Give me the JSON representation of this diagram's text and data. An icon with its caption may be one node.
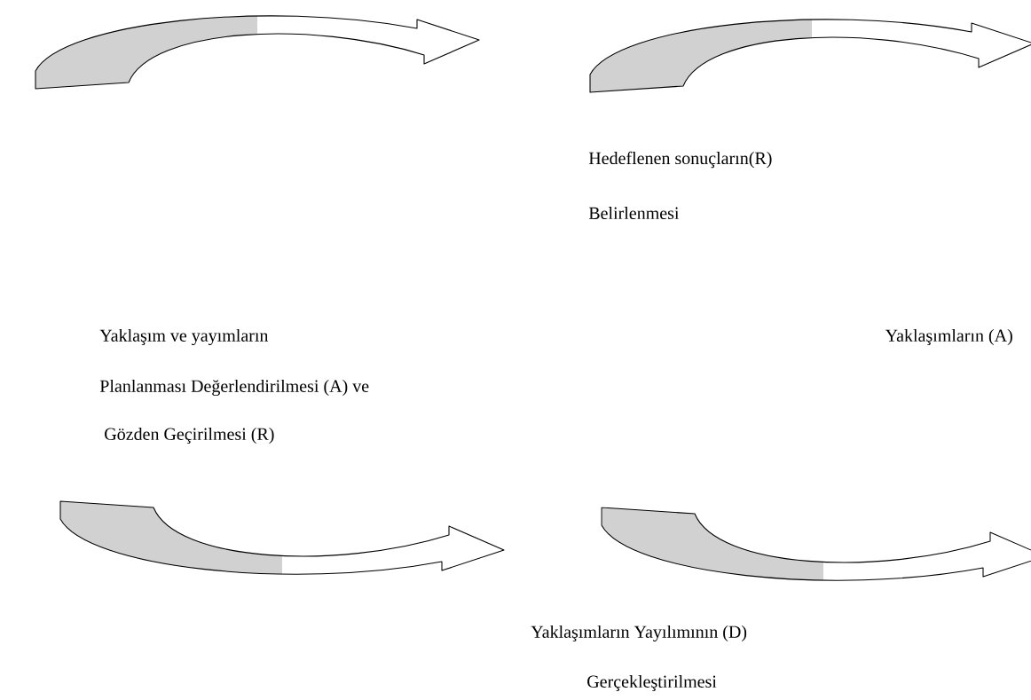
{
  "diagram": {
    "labels": [
      "Hedeflenen sonuçların(R)",
      "Belirlenmesi",
      "Yaklaşım ve yayımların",
      "Yaklaşımların (A)",
      "Planlanması Değerlendirilmesi (A) ve",
      "Gözden Geçirilmesi (R)",
      "Yaklaşımların Yayılımının (D)",
      "Gerçekleştirilmesi"
    ]
  }
}
